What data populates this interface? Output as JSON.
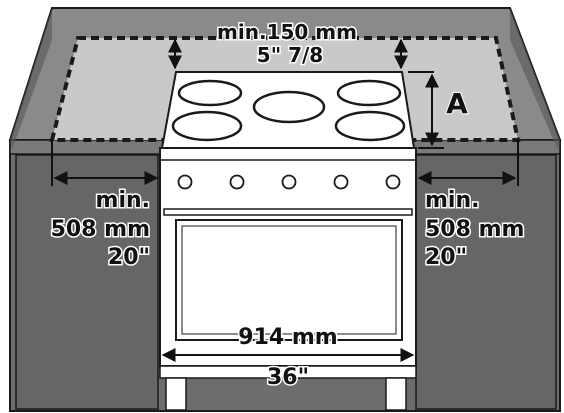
{
  "colors": {
    "outline": "#1a1a1a",
    "cabinet_front": "#6d6d6d",
    "cabinet_top": "#8a8a8a",
    "cabinet_side_shadow": "#575757",
    "clearance_zone": "#c9c9c9",
    "stove_body": "#ffffff",
    "accent_text": "#111111"
  },
  "labels": {
    "top_clearance_min": "min.150 mm",
    "top_clearance_inch": "5\" 7/8",
    "side_label_key": "A",
    "left_min": "min.",
    "left_mm": "508 mm",
    "left_inch": "20\"",
    "right_min": "min.",
    "right_mm": "508 mm",
    "right_inch": "20\"",
    "width_mm": "914 mm",
    "width_inch": "36\""
  },
  "icons": {
    "burner": "hob-burner",
    "knob": "control-knob",
    "arrow": "dimension-arrow"
  },
  "stove": {
    "burner_count": 5,
    "knob_count": 5
  }
}
